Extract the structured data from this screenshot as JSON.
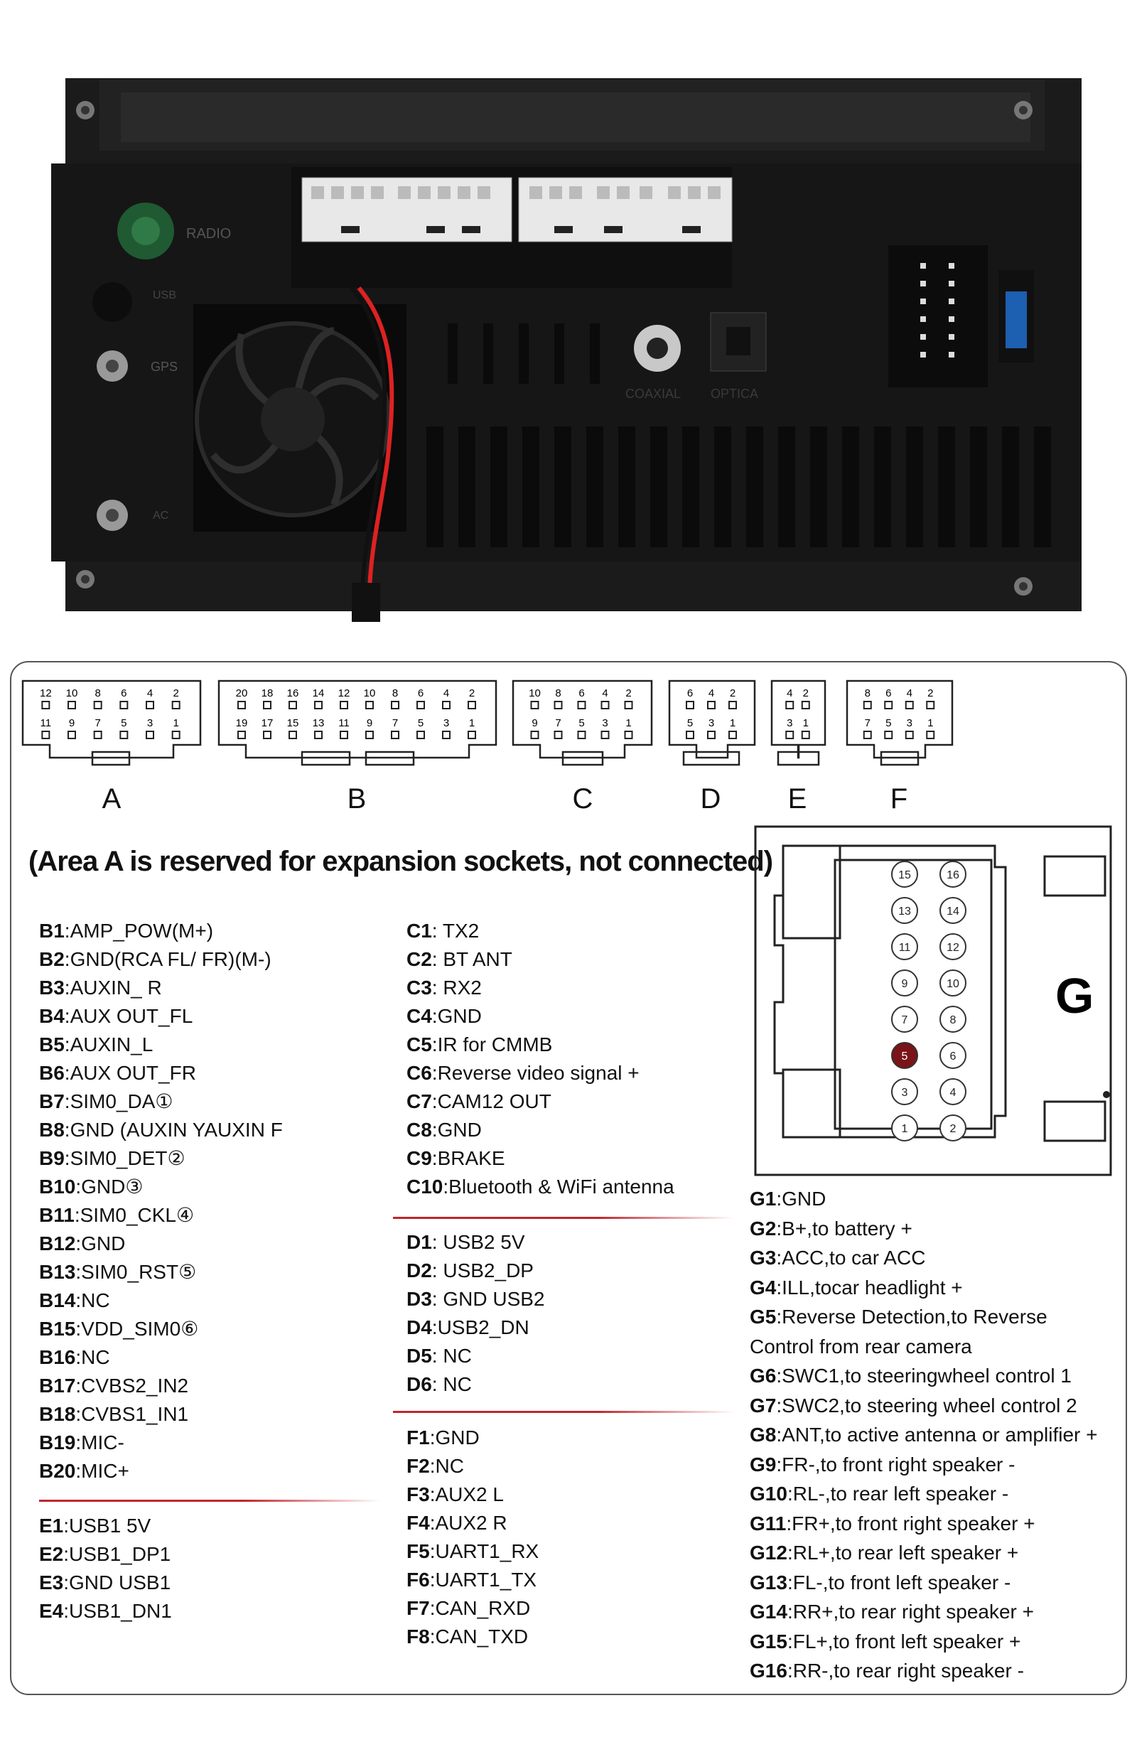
{
  "connectors": [
    {
      "letter": "A",
      "top": [
        "12",
        "10",
        "8",
        "6",
        "4",
        "2"
      ],
      "bottom": [
        "11",
        "9",
        "7",
        "5",
        "3",
        "1"
      ]
    },
    {
      "letter": "B",
      "top": [
        "20",
        "18",
        "16",
        "14",
        "12",
        "10",
        "8",
        "6",
        "4",
        "2"
      ],
      "bottom": [
        "19",
        "17",
        "15",
        "13",
        "11",
        "9",
        "7",
        "5",
        "3",
        "1"
      ]
    },
    {
      "letter": "C",
      "top": [
        "10",
        "8",
        "6",
        "4",
        "2"
      ],
      "bottom": [
        "9",
        "7",
        "5",
        "3",
        "1"
      ]
    },
    {
      "letter": "D",
      "top": [
        "6",
        "4",
        "2"
      ],
      "bottom": [
        "5",
        "3",
        "1"
      ]
    },
    {
      "letter": "E",
      "top": [
        "4",
        "2"
      ],
      "bottom": [
        "3",
        "1"
      ]
    },
    {
      "letter": "F",
      "top": [
        "8",
        "6",
        "4",
        "2"
      ],
      "bottom": [
        "7",
        "5",
        "3",
        "1"
      ]
    }
  ],
  "note": "(Area A is reserved for expansion sockets, not connected)",
  "photo_labels": {
    "radio": "RADIO",
    "usb": "USB",
    "gps": "GPS",
    "coaxial": "COAXIAL",
    "optica": "OPTICA",
    "ac": "AC"
  },
  "b_pins": [
    {
      "id": "B1",
      "desc": ":AMP_POW(M+)"
    },
    {
      "id": "B2",
      "desc": ":GND(RCA FL/ FR)(M-)"
    },
    {
      "id": "B3",
      "desc": ":AUXIN_ R"
    },
    {
      "id": "B4",
      "desc": ":AUX OUT_FL"
    },
    {
      "id": "B5",
      "desc": ":AUXIN_L"
    },
    {
      "id": "B6",
      "desc": ":AUX OUT_FR"
    },
    {
      "id": "B7",
      "desc": ":SIM0_DA①"
    },
    {
      "id": "B8",
      "desc": ":GND (AUXIN YAUXIN F"
    },
    {
      "id": "B9",
      "desc": ":SIM0_DET②"
    },
    {
      "id": "B10",
      "desc": ":GND③"
    },
    {
      "id": "B11",
      "desc": ":SIM0_CKL④"
    },
    {
      "id": "B12",
      "desc": ":GND"
    },
    {
      "id": "B13",
      "desc": ":SIM0_RST⑤"
    },
    {
      "id": "B14",
      "desc": ":NC"
    },
    {
      "id": "B15",
      "desc": ":VDD_SIM0⑥"
    },
    {
      "id": "B16",
      "desc": ":NC"
    },
    {
      "id": "B17",
      "desc": ":CVBS2_IN2"
    },
    {
      "id": "B18",
      "desc": ":CVBS1_IN1"
    },
    {
      "id": "B19",
      "desc": ":MIC-"
    },
    {
      "id": "B20",
      "desc": ":MIC+"
    }
  ],
  "e_pins": [
    {
      "id": "E1",
      "desc": ":USB1 5V"
    },
    {
      "id": "E2",
      "desc": ":USB1_DP1"
    },
    {
      "id": "E3",
      "desc": ":GND USB1"
    },
    {
      "id": "E4",
      "desc": ":USB1_DN1"
    }
  ],
  "c_pins": [
    {
      "id": "C1",
      "desc": ": TX2"
    },
    {
      "id": "C2",
      "desc": ": BT ANT"
    },
    {
      "id": "C3",
      "desc": ": RX2"
    },
    {
      "id": "C4",
      "desc": ":GND"
    },
    {
      "id": "C5",
      "desc": ":IR for CMMB"
    },
    {
      "id": "C6",
      "desc": ":Reverse video signal +"
    },
    {
      "id": "C7",
      "desc": ":CAM12 OUT"
    },
    {
      "id": "C8",
      "desc": ":GND"
    },
    {
      "id": "C9",
      "desc": ":BRAKE"
    },
    {
      "id": "C10",
      "desc": ":Bluetooth & WiFi antenna"
    }
  ],
  "d_pins": [
    {
      "id": "D1",
      "desc": ": USB2 5V"
    },
    {
      "id": "D2",
      "desc": ": USB2_DP"
    },
    {
      "id": "D3",
      "desc": ": GND USB2"
    },
    {
      "id": "D4",
      "desc": ":USB2_DN"
    },
    {
      "id": "D5",
      "desc": ": NC"
    },
    {
      "id": "D6",
      "desc": ": NC"
    }
  ],
  "f_pins": [
    {
      "id": "F1",
      "desc": ":GND"
    },
    {
      "id": "F2",
      "desc": ":NC"
    },
    {
      "id": "F3",
      "desc": ":AUX2 L"
    },
    {
      "id": "F4",
      "desc": ":AUX2 R"
    },
    {
      "id": "F5",
      "desc": ":UART1_RX"
    },
    {
      "id": "F6",
      "desc": ":UART1_TX"
    },
    {
      "id": "F7",
      "desc": ":CAN_RXD"
    },
    {
      "id": "F8",
      "desc": ":CAN_TXD"
    }
  ],
  "g_letter": "G",
  "g_grid": [
    [
      "15",
      "16"
    ],
    [
      "13",
      "14"
    ],
    [
      "11",
      "12"
    ],
    [
      "9",
      "10"
    ],
    [
      "7",
      "8"
    ],
    [
      "5",
      "6"
    ],
    [
      "3",
      "4"
    ],
    [
      "1",
      "2"
    ]
  ],
  "g_highlight": "5",
  "g_highlight_color": "#7a1418",
  "g_pins": [
    {
      "id": "G1",
      "desc": ":GND"
    },
    {
      "id": "G2",
      "desc": ":B+,to battery +"
    },
    {
      "id": "G3",
      "desc": ":ACC,to car ACC"
    },
    {
      "id": "G4",
      "desc": ":ILL,tocar headlight +"
    },
    {
      "id": "G5",
      "desc": ":Reverse Detection,to Reverse"
    },
    {
      "id": "",
      "desc": "Control from rear camera"
    },
    {
      "id": "G6",
      "desc": ":SWC1,to steeringwheel control 1"
    },
    {
      "id": "G7",
      "desc": ":SWC2,to steering wheel control 2"
    },
    {
      "id": "G8",
      "desc": ":ANT,to active antenna or amplifier +"
    },
    {
      "id": "G9",
      "desc": ":FR-,to front right speaker -"
    },
    {
      "id": "G10",
      "desc": ":RL-,to rear left speaker -"
    },
    {
      "id": "G11",
      "desc": ":FR+,to front right speaker +"
    },
    {
      "id": "G12",
      "desc": ":RL+,to rear left speaker +"
    },
    {
      "id": "G13",
      "desc": ":FL-,to front left speaker -"
    },
    {
      "id": "G14",
      "desc": ":RR+,to rear right speaker +"
    },
    {
      "id": "G15",
      "desc": ":FL+,to front left speaker +"
    },
    {
      "id": "G16",
      "desc": ":RR-,to rear right speaker -"
    }
  ],
  "separator_color": "#c0262c"
}
